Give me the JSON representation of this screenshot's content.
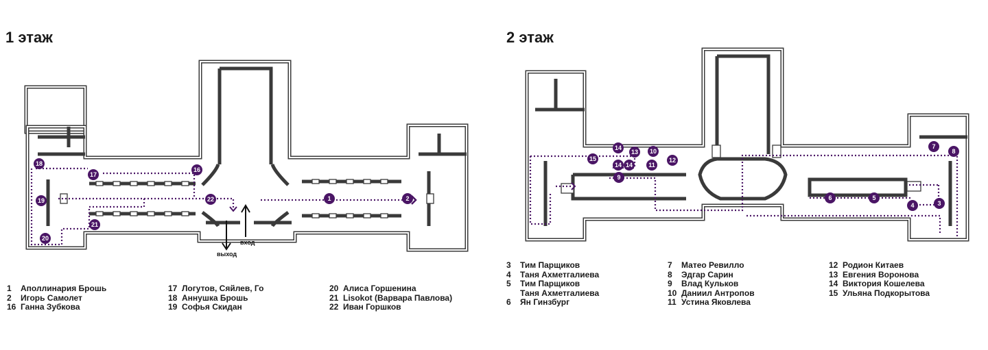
{
  "floor1": {
    "title": "1 этаж",
    "exit_label": "выход",
    "entrance_label": "вход",
    "markers": [
      "1",
      "2",
      "16",
      "17",
      "18",
      "19",
      "20",
      "21",
      "22"
    ],
    "legend": [
      [
        {
          "n": "1",
          "name": "Аполлинария Брошь"
        },
        {
          "n": "2",
          "name": "Игорь Самолет"
        },
        {
          "n": "16",
          "name": "Ганна Зубкова"
        }
      ],
      [
        {
          "n": "17",
          "name": "Логутов, Сяйлев, Го"
        },
        {
          "n": "18",
          "name": "Аннушка Брошь"
        },
        {
          "n": "19",
          "name": "Софья Скидан"
        }
      ],
      [
        {
          "n": "20",
          "name": "Алиса Горшенина"
        },
        {
          "n": "21",
          "name": "Lisokot (Варвара Павлова)"
        },
        {
          "n": "22",
          "name": "Иван Горшков"
        }
      ]
    ]
  },
  "floor2": {
    "title": "2 этаж",
    "markers": [
      "3",
      "4",
      "5",
      "6",
      "7",
      "8",
      "9",
      "10",
      "11",
      "12",
      "13",
      "14",
      "15"
    ],
    "legend": [
      [
        {
          "n": "3",
          "name": "Тим Парщиков"
        },
        {
          "n": "4",
          "name": "Таня Ахметгалиева"
        },
        {
          "n": "5",
          "name": "Тим Парщиков"
        },
        {
          "n": "",
          "name": "Таня Ахметгалиева"
        },
        {
          "n": "6",
          "name": "Ян Гинзбург"
        }
      ],
      [
        {
          "n": "7",
          "name": "Матео Ревилло"
        },
        {
          "n": "8",
          "name": "Эдгар Сарин"
        },
        {
          "n": "9",
          "name": "Влад Кульков"
        },
        {
          "n": "10",
          "name": "Даниил Антропов"
        },
        {
          "n": "11",
          "name": "Устина Яковлева"
        }
      ],
      [
        {
          "n": "12",
          "name": "Родион Китаев"
        },
        {
          "n": "13",
          "name": "Евгения Воронова"
        },
        {
          "n": "14",
          "name": "Виктория Кошелева"
        },
        {
          "n": "15",
          "name": "Ульяна Подкорытова"
        }
      ]
    ]
  },
  "colors": {
    "marker": "#4a1565",
    "wall": "#3a3a3a"
  }
}
